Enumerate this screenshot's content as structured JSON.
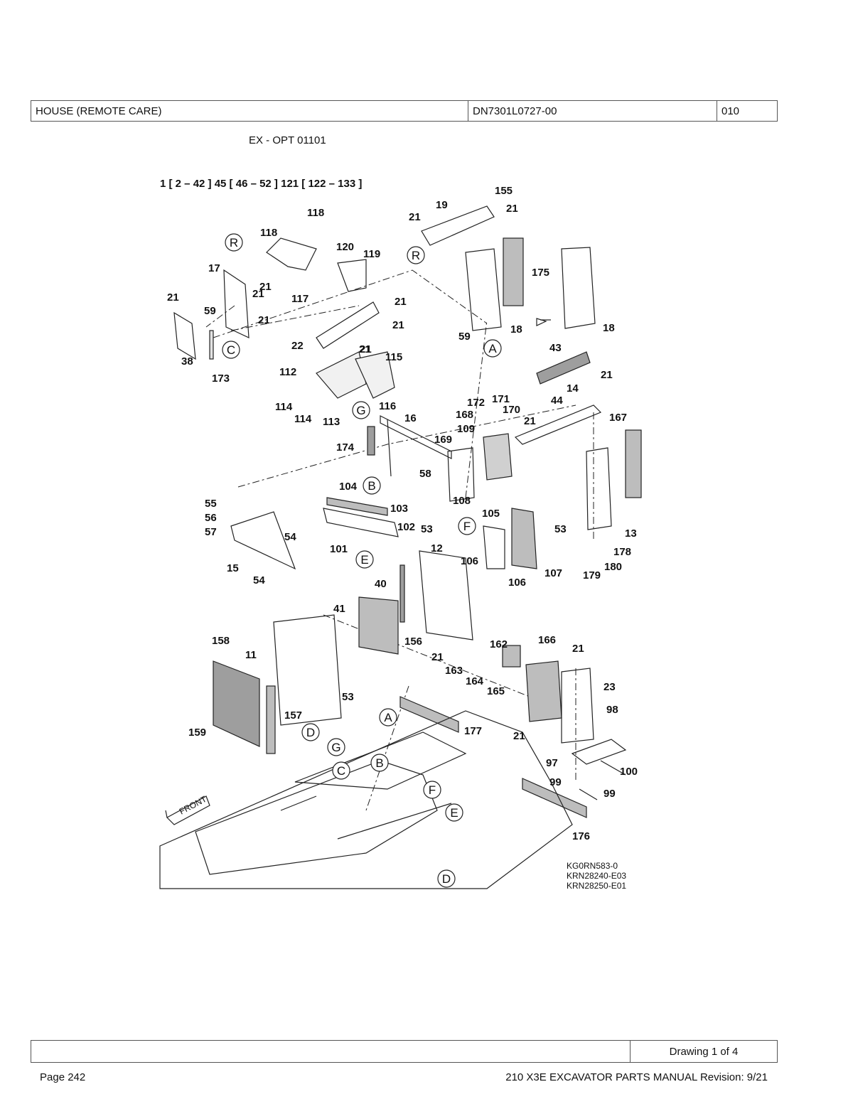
{
  "header": {
    "title": "HOUSE (REMOTE CARE)",
    "part_number": "DN7301L0727-00",
    "index": "010"
  },
  "subtitle": "EX - OPT 01101",
  "drawing": {
    "kit_line": "1 [ 2 – 42 ]   45 [ 46 – 52 ]   121 [ 122 – 133 ]",
    "front_label": "FRONT",
    "codes": [
      "KG0RN583-0",
      "KRN28240-E03",
      "KRN28250-E01"
    ],
    "part_labels": [
      "155",
      "19",
      "21",
      "21",
      "21",
      "118",
      "118",
      "120",
      "119",
      "175",
      "17",
      "21",
      "21",
      "117",
      "21",
      "21",
      "59",
      "21",
      "21",
      "18",
      "18",
      "59",
      "22",
      "21",
      "115",
      "38",
      "173",
      "112",
      "43",
      "21",
      "114",
      "116",
      "172",
      "171",
      "14",
      "44",
      "114",
      "113",
      "168",
      "170",
      "16",
      "21",
      "167",
      "109",
      "174",
      "169",
      "58",
      "104",
      "108",
      "55",
      "103",
      "56",
      "105",
      "57",
      "102",
      "53",
      "53",
      "54",
      "101",
      "12",
      "106",
      "13",
      "107",
      "15",
      "106",
      "179",
      "178",
      "180",
      "54",
      "40",
      "41",
      "156",
      "158",
      "11",
      "21",
      "162",
      "166",
      "21",
      "163",
      "164",
      "165",
      "23",
      "53",
      "98",
      "159",
      "157",
      "177",
      "21",
      "97",
      "100",
      "99",
      "99",
      "176"
    ],
    "callouts": [
      "R",
      "R",
      "C",
      "A",
      "G",
      "B",
      "E",
      "F",
      "A",
      "G",
      "C",
      "B",
      "F",
      "E",
      "D",
      "D"
    ]
  },
  "footer": {
    "drawing_of": "Drawing 1 of 4",
    "page": "Page 242",
    "manual": "210 X3E EXCAVATOR PARTS MANUAL Revision: 9/21"
  },
  "colors": {
    "line": "#222222",
    "fill_gray": "#bdbdbd",
    "fill_light": "#e2e2e2"
  }
}
